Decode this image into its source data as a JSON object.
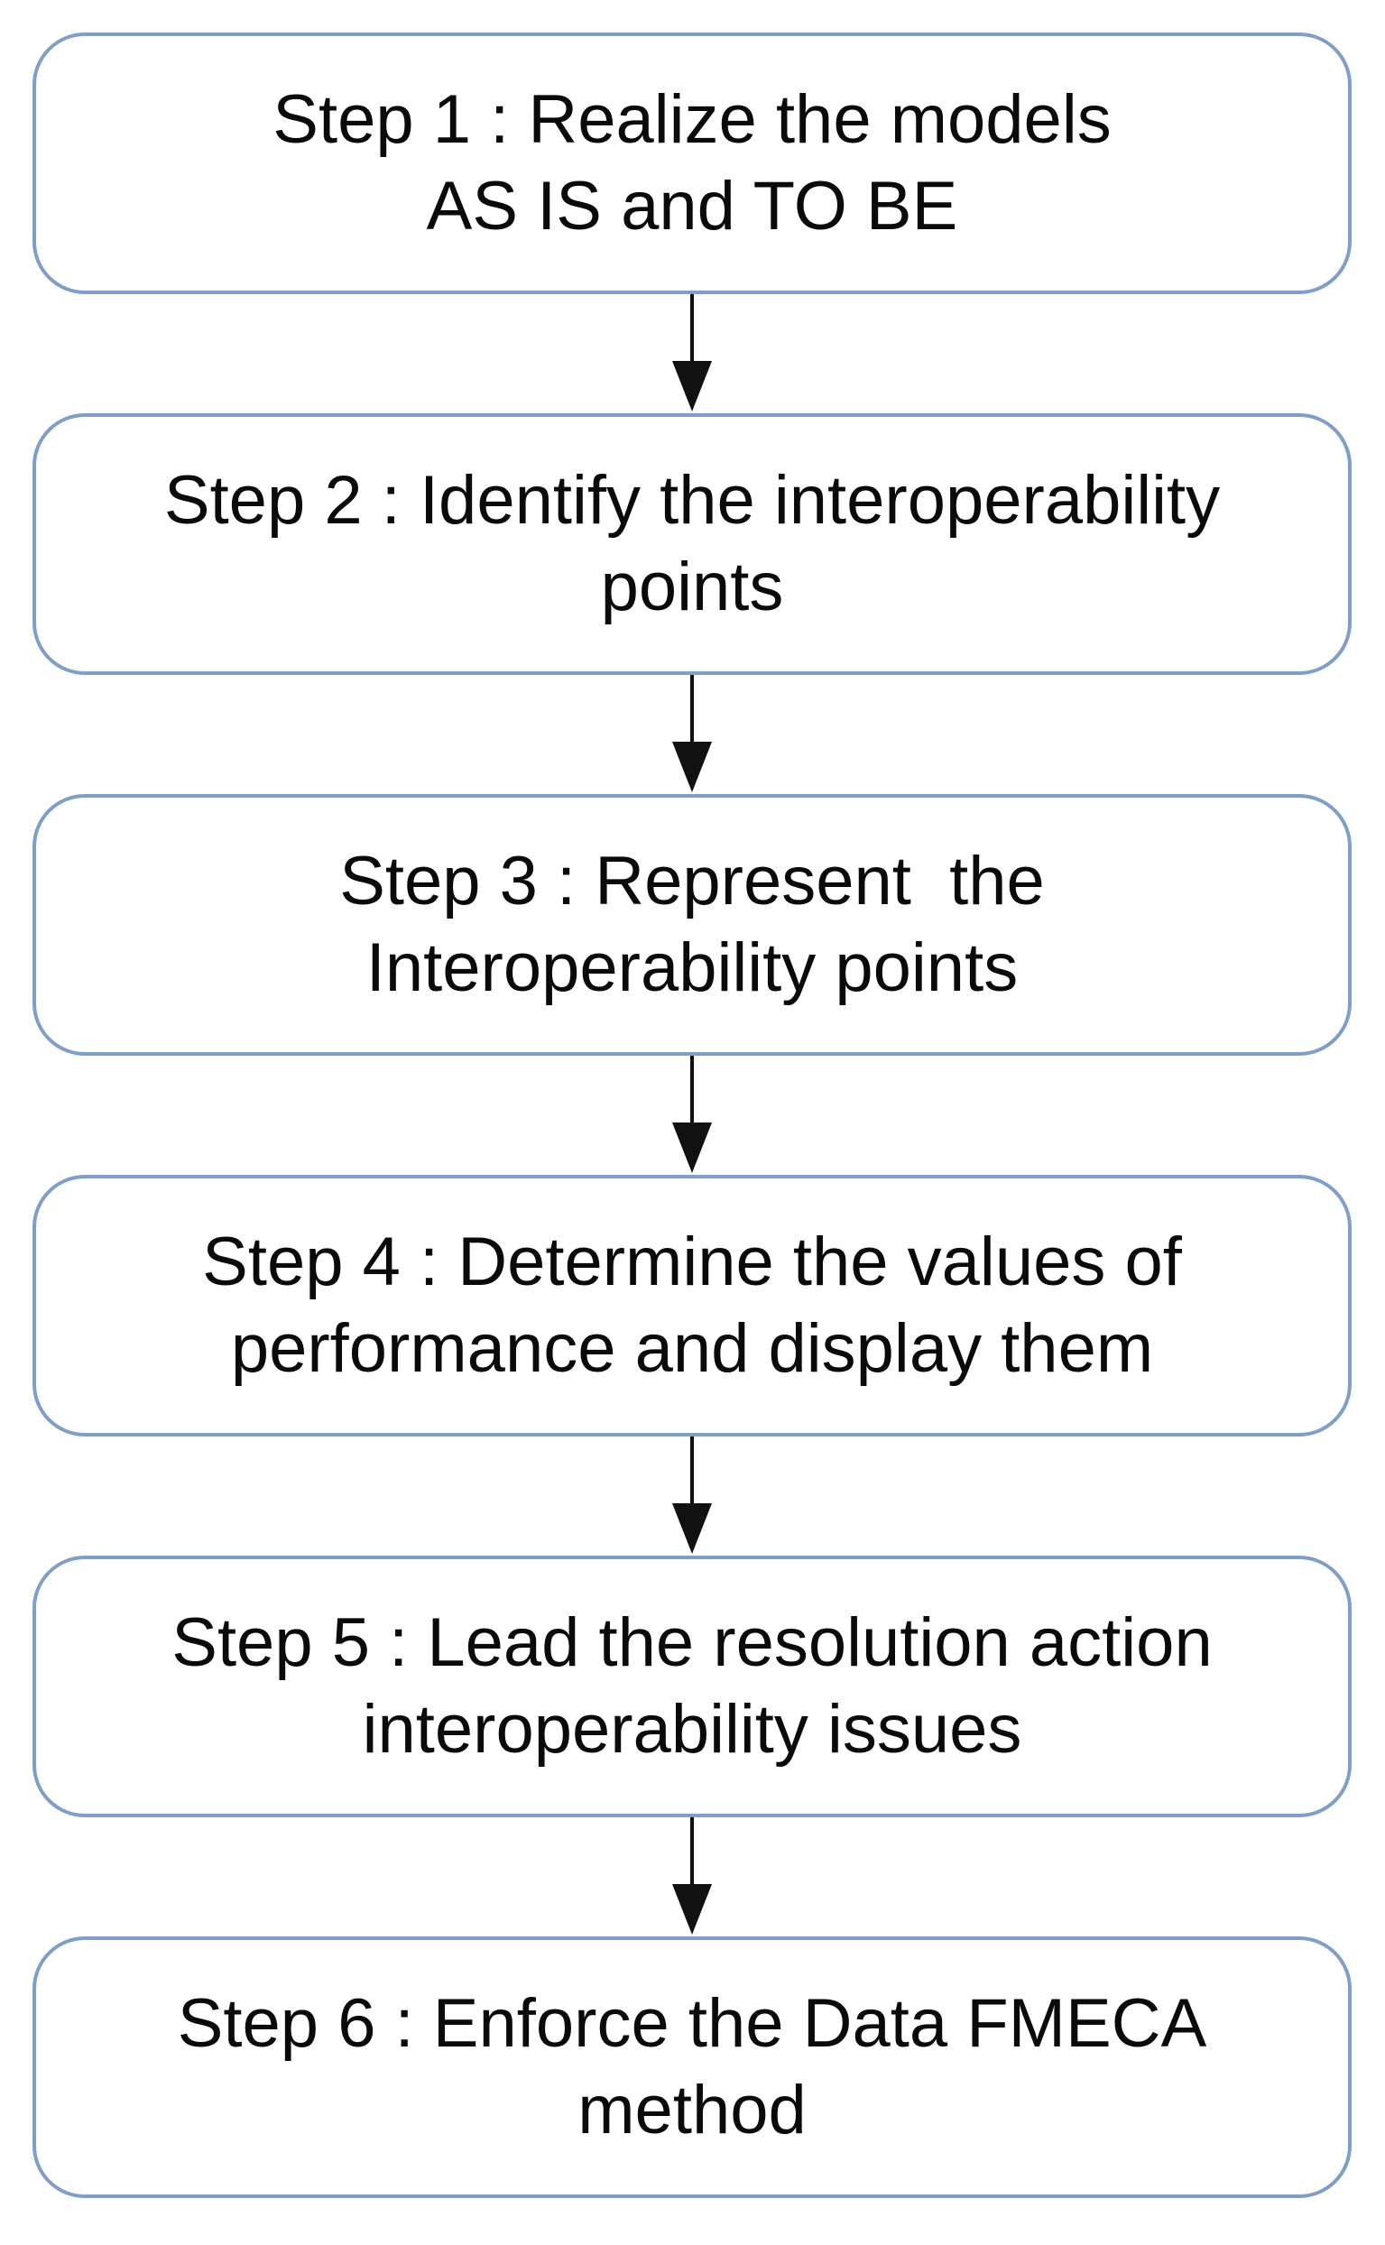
{
  "diagram": {
    "steps": [
      {
        "lines": [
          "Step 1 : Realize the models",
          "AS IS and TO BE"
        ]
      },
      {
        "lines": [
          "Step 2 : Identify the interoperability",
          "points"
        ]
      },
      {
        "lines": [
          "Step 3 : Represent  the",
          "Interoperability points"
        ]
      },
      {
        "lines": [
          "Step 4 : Determine the values of",
          "performance and display them"
        ]
      },
      {
        "lines": [
          "Step 5 : Lead the resolution action",
          "interoperability issues"
        ]
      },
      {
        "lines": [
          "Step 6 : Enforce the Data FMECA",
          "method"
        ]
      }
    ],
    "colors": {
      "box_border": "#7f9fc9",
      "text": "#0a0a0a",
      "arrow": "#111111"
    }
  }
}
